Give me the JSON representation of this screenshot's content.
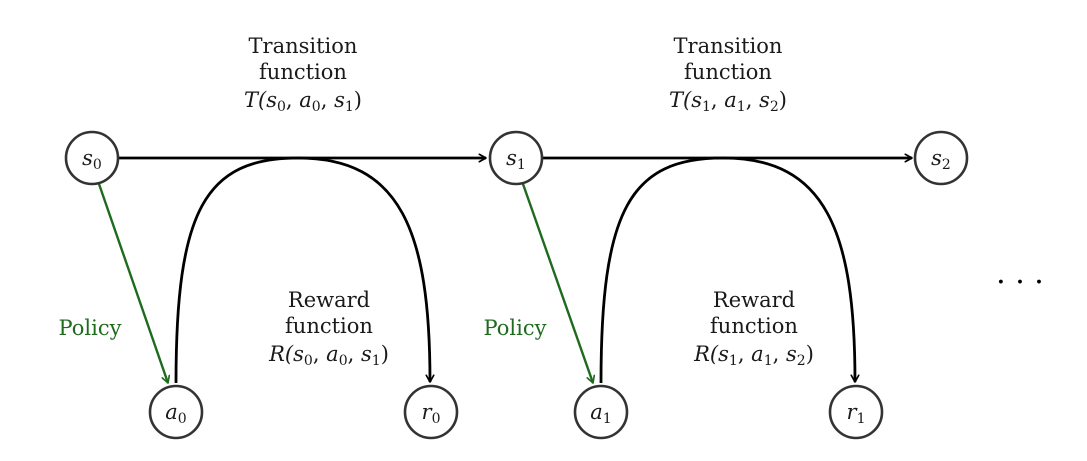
{
  "nodes": {
    "s0": {
      "base": "s",
      "sub": "0"
    },
    "s1": {
      "base": "s",
      "sub": "1"
    },
    "s2": {
      "base": "s",
      "sub": "2"
    },
    "a0": {
      "base": "a",
      "sub": "0"
    },
    "a1": {
      "base": "a",
      "sub": "1"
    },
    "r0": {
      "base": "r",
      "sub": "0"
    },
    "r1": {
      "base": "r",
      "sub": "1"
    }
  },
  "transition": {
    "line1": "Transition",
    "line2": "function",
    "formula_0": [
      "T(",
      "s",
      "0",
      ", ",
      "a",
      "0",
      ", ",
      "s",
      "1",
      ")"
    ],
    "formula_1": [
      "T(",
      "s",
      "1",
      ", ",
      "a",
      "1",
      ", ",
      "s",
      "2",
      ")"
    ]
  },
  "reward": {
    "line1": "Reward",
    "line2": "function",
    "formula_0": [
      "R(",
      "s",
      "0",
      ", ",
      "a",
      "0",
      ", ",
      "s",
      "1",
      ")"
    ],
    "formula_1": [
      "R(",
      "s",
      "1",
      ", ",
      "a",
      "1",
      ", ",
      "s",
      "2",
      ")"
    ]
  },
  "policy": {
    "label": "Policy",
    "color": "#1e6b1e"
  },
  "ellipsis": "· · ·"
}
